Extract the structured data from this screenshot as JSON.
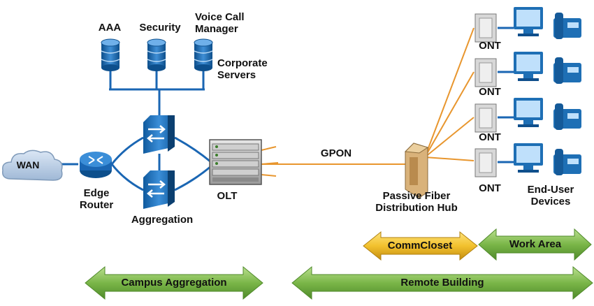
{
  "servers": {
    "aaa": "AAA",
    "security": "Security",
    "voice_line1": "Voice Call",
    "voice_line2": "Manager",
    "corporate_line1": "Corporate",
    "corporate_line2": "Servers"
  },
  "wan": "WAN",
  "edge_router_line1": "Edge",
  "edge_router_line2": "Router",
  "aggregation": "Aggregation",
  "olt": "OLT",
  "gpon": "GPON",
  "hub_line1": "Passive Fiber",
  "hub_line2": "Distribution Hub",
  "ont_labels": [
    "ONT",
    "ONT",
    "ONT",
    "ONT"
  ],
  "end_user_line1": "End-User",
  "end_user_line2": "Devices",
  "bands": {
    "comm_closet": "CommCloset",
    "work_area": "Work Area",
    "campus_aggregation": "Campus Aggregation",
    "remote_building": "Remote Building"
  },
  "colors": {
    "network_link": "#1a66b3",
    "fiber_link": "#e8962e",
    "device_blue": "#1e6fb5",
    "arrow_green": "#7ab648",
    "arrow_yellow": "#f2c12e"
  },
  "icons": [
    "database-icon",
    "cloud-icon",
    "router-icon",
    "switch-icon",
    "olt-chassis-icon",
    "fiber-hub-icon",
    "ont-icon",
    "monitor-icon",
    "ip-phone-icon"
  ]
}
